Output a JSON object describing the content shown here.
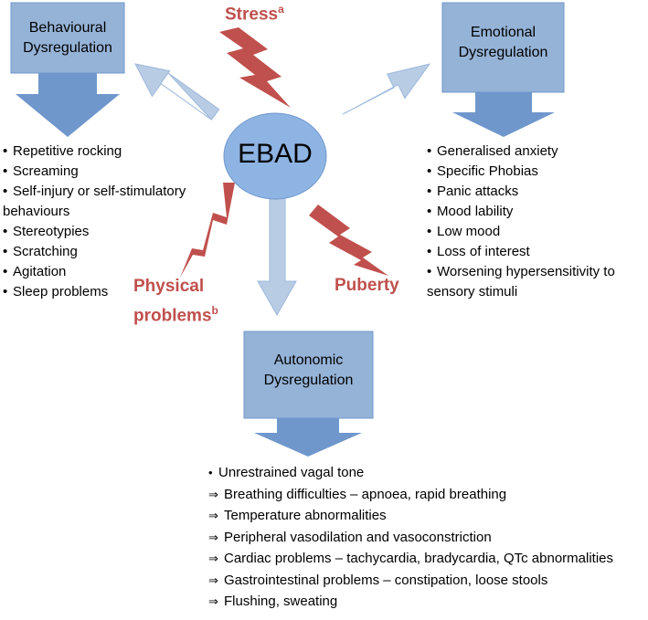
{
  "center": {
    "label": "EBAD"
  },
  "behavioural": {
    "box_line1": "Behavioural",
    "box_line2": "Dysregulation",
    "items": [
      "Repetitive rocking",
      "Screaming",
      "Self-injury or self-stimulatory",
      "behaviours",
      "Stereotypies",
      "Scratching",
      "Agitation",
      "Sleep problems"
    ]
  },
  "emotional": {
    "box_line1": "Emotional",
    "box_line2": "Dysregulation",
    "items": [
      "Generalised anxiety",
      "Specific Phobias",
      "Panic attacks",
      "Mood lability",
      "Low mood",
      "Loss of interest",
      "Worsening hypersensitivity to",
      "sensory stimuli"
    ]
  },
  "autonomic": {
    "box_line1": "Autonomic",
    "box_line2": "Dysregulation",
    "first_item": "Unrestrained vagal tone",
    "items": [
      "Breathing difficulties – apnoea, rapid breathing",
      "Temperature abnormalities",
      "Peripheral vasodilation and vasoconstriction",
      "Cardiac problems – tachycardia, bradycardia, QTc abnormalities",
      "Gastrointestinal problems – constipation, loose stools",
      "Flushing, sweating"
    ],
    "bullet_symbol": "•",
    "arrow_symbol": "⇒"
  },
  "triggers": {
    "stress": {
      "label": "Stress",
      "sup": "a"
    },
    "physical": {
      "line1": "Physical",
      "line2": "problems",
      "sup": "b"
    },
    "puberty": {
      "label": "Puberty"
    }
  },
  "colors": {
    "box_fill": "#95b3d7",
    "box_arrow_fill": "#6f97cc",
    "light_arrow_fill": "#b8cce4",
    "ellipse_fill": "#8eb4e3",
    "bolt_fill": "#c0504d",
    "trigger_text": "#c0504d"
  }
}
